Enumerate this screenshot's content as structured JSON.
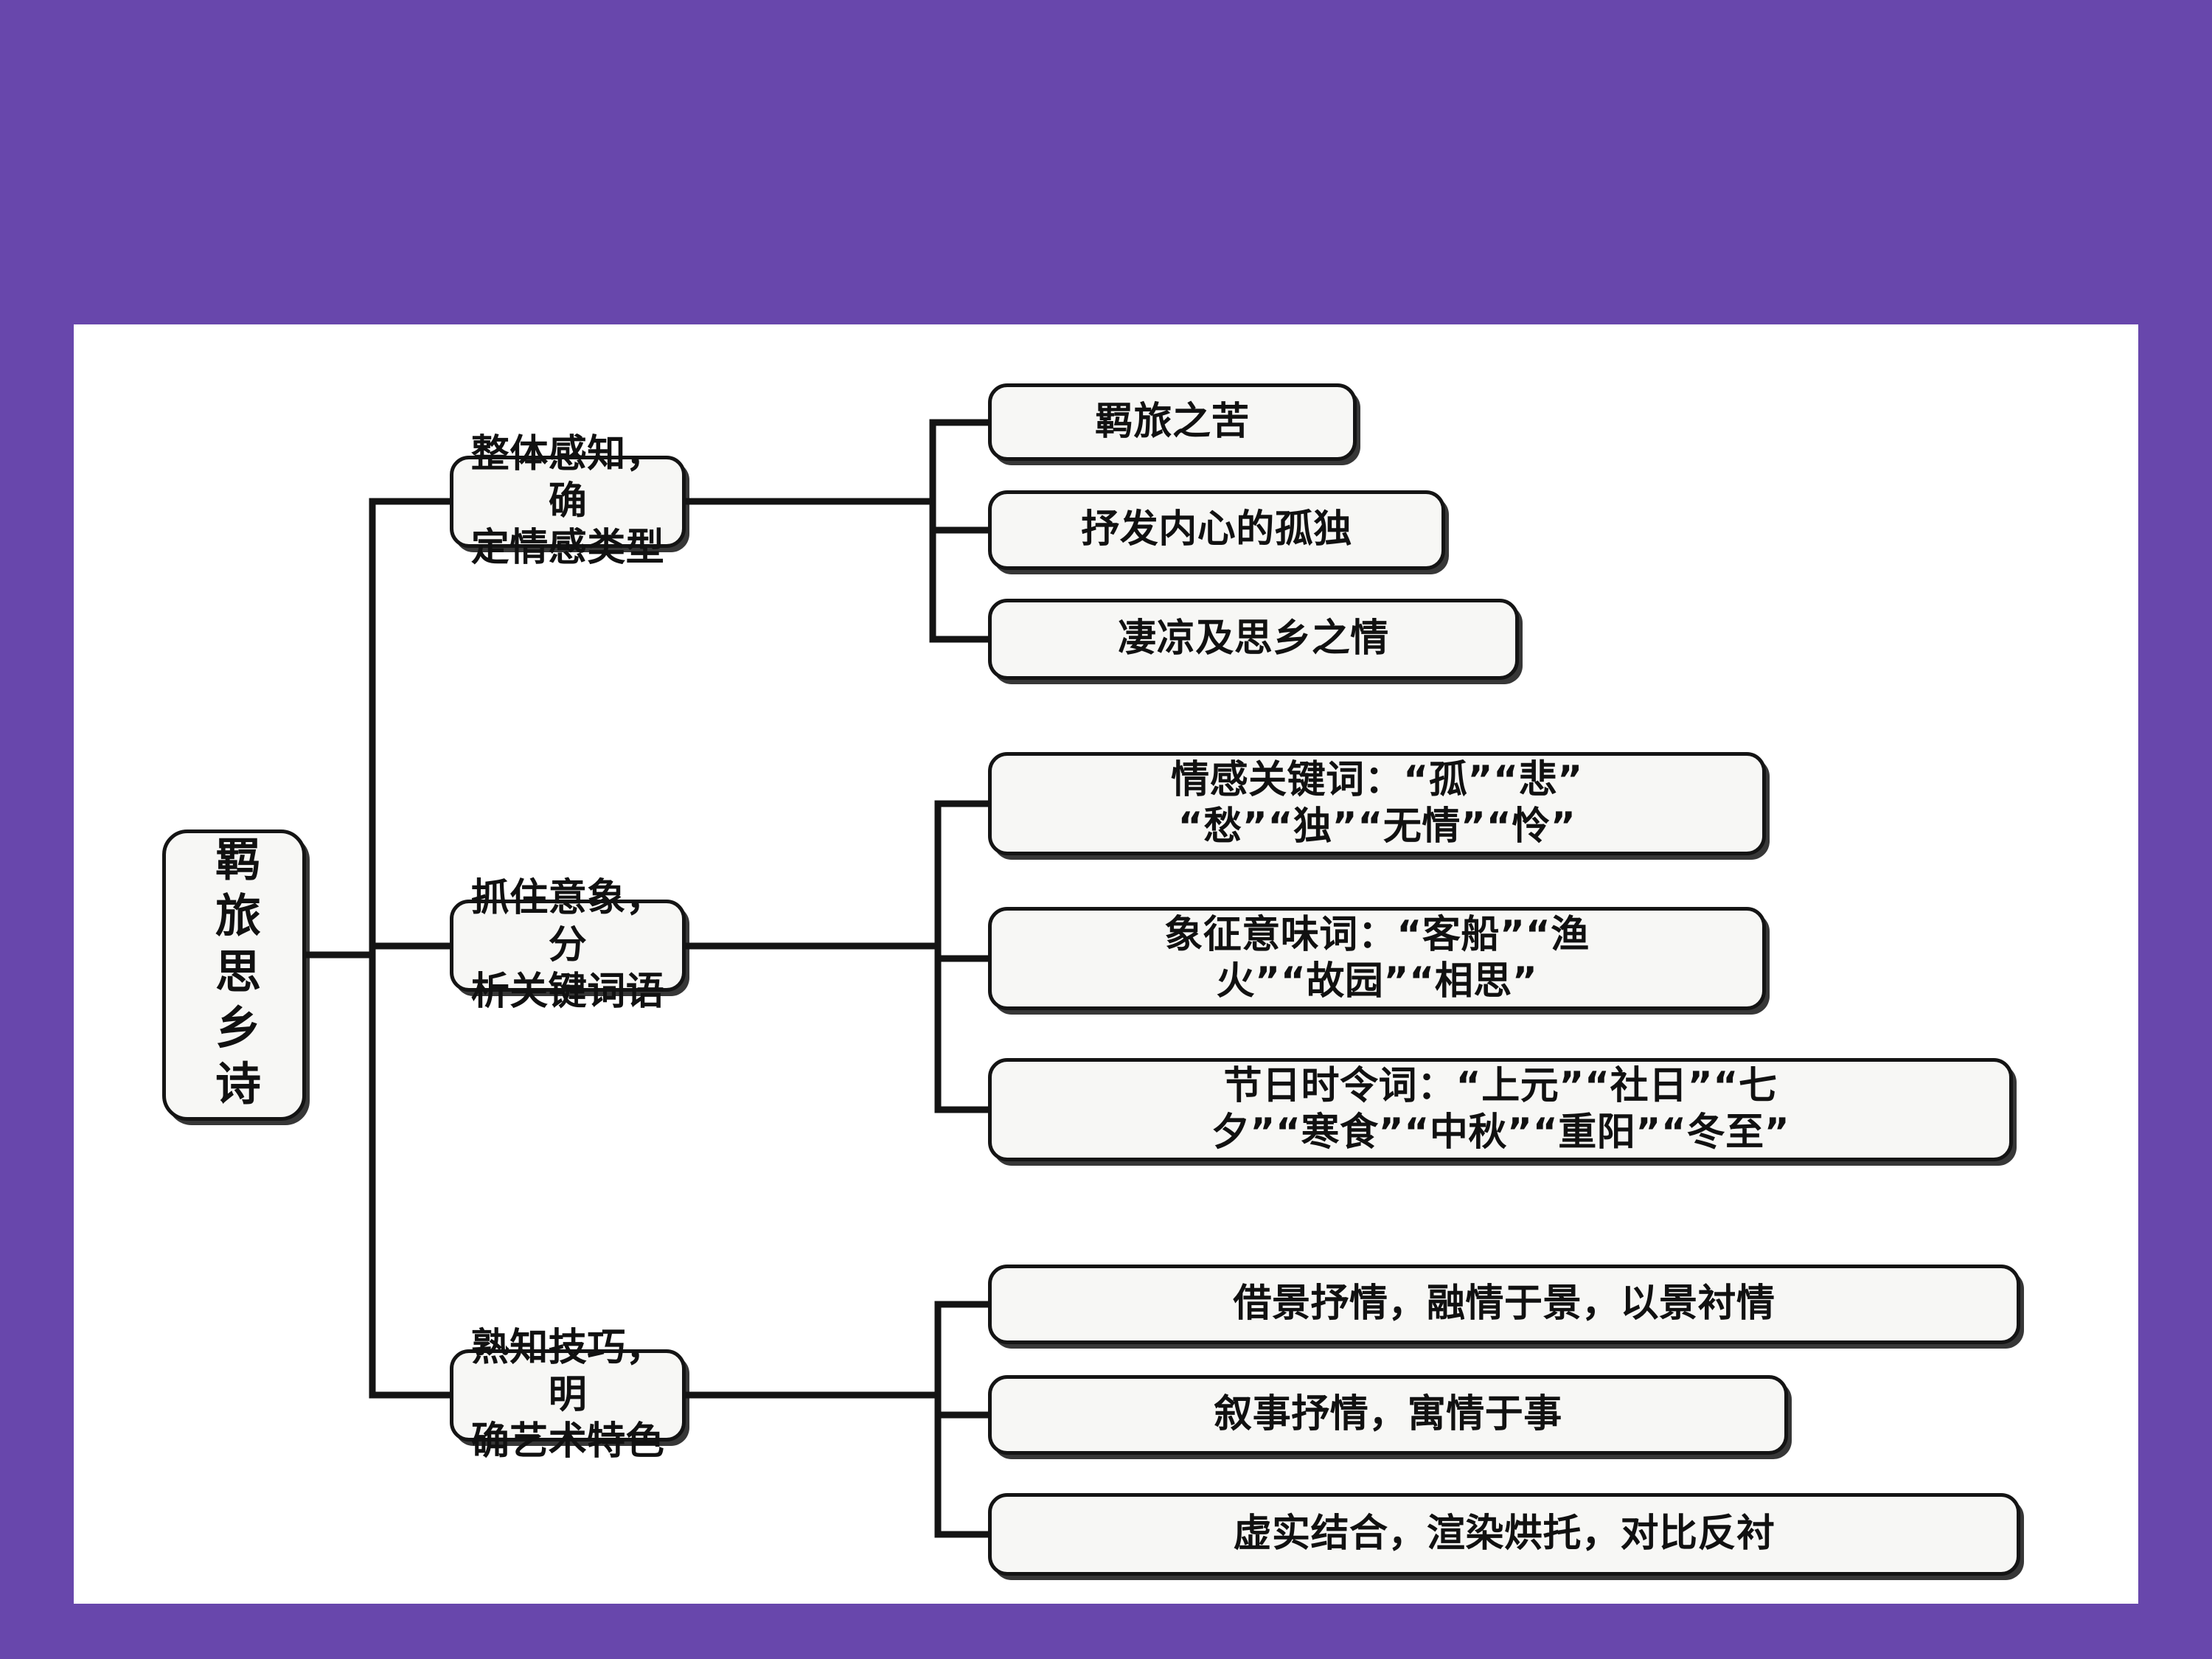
{
  "slide": {
    "background_color": "#6847ac",
    "canvas_color": "#ffffff"
  },
  "diagram": {
    "type": "mind-map",
    "root": {
      "label": "羁旅思乡诗",
      "orientation": "vertical"
    },
    "branches": [
      {
        "label": "整体感知，确\n定情感类型",
        "children": [
          {
            "label": "羁旅之苦"
          },
          {
            "label": "抒发内心的孤独"
          },
          {
            "label": "凄凉及思乡之情"
          }
        ]
      },
      {
        "label": "抓住意象，分\n析关键词语",
        "children": [
          {
            "label": "情感关键词：“孤”“悲”\n“愁”“独”“无情”“怜”"
          },
          {
            "label": "象征意味词：“客船”“渔\n火”“故园”“相思”"
          },
          {
            "label": "节日时令词：“上元”“社日”“七\n夕”“寒食”“中秋”“重阳”“冬至”"
          }
        ]
      },
      {
        "label": "熟知技巧，明\n确艺术特色",
        "children": [
          {
            "label": "借景抒情，融情于景，以景衬情"
          },
          {
            "label": "叙事抒情，寓情于事"
          },
          {
            "label": "虚实结合，渲染烘托，对比反衬"
          }
        ]
      }
    ]
  }
}
